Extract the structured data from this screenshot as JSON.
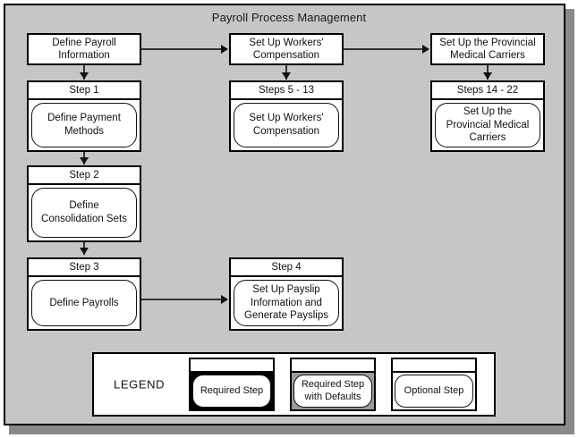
{
  "diagram": {
    "title": "Payroll Process Management",
    "frame_color": "#c6c6c6",
    "border_color": "#000000",
    "shadow_color": "#8a8a8a"
  },
  "top_row": [
    {
      "label": "Define Payroll Information"
    },
    {
      "label": "Set Up Workers' Compensation"
    },
    {
      "label": "Set Up the Provincial Medical Carriers"
    }
  ],
  "steps": [
    {
      "header": "Step 1",
      "label": "Define Payment Methods",
      "style": "optional"
    },
    {
      "header": "Steps 5 - 13",
      "label": "Set Up Workers' Compensation",
      "style": "optional"
    },
    {
      "header": "Steps 14 - 22",
      "label": "Set Up the Provincial Medical Carriers",
      "style": "optional"
    },
    {
      "header": "Step 2",
      "label": "Define Consolidation Sets",
      "style": "optional"
    },
    {
      "header": "Step 3",
      "label": "Define Payrolls",
      "style": "optional"
    },
    {
      "header": "Step 4",
      "label": "Set Up Payslip Information and Generate Payslips",
      "style": "optional"
    }
  ],
  "legend": {
    "title": "LEGEND",
    "items": [
      {
        "label": "Required Step",
        "style": "required",
        "fill": "#000000"
      },
      {
        "label": "Required Step with Defaults",
        "style": "required-defaults",
        "fill": "#9a9a9a"
      },
      {
        "label": "Optional Step",
        "style": "optional",
        "fill": "#ffffff"
      }
    ]
  },
  "connectors": {
    "arrow_color": "#111111",
    "line_color": "#333333"
  }
}
